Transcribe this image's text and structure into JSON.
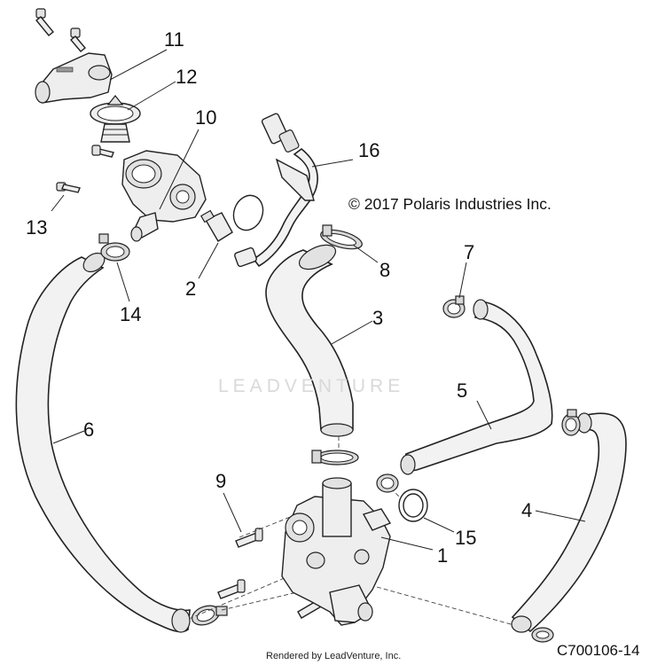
{
  "copyright": "© 2017 Polaris Industries Inc.",
  "watermark": "LEADVENTURE",
  "drawing_number": "C700106-14",
  "rendered_by": "Rendered by LeadVenture, Inc.",
  "callouts": [
    "1",
    "2",
    "3",
    "4",
    "5",
    "6",
    "7",
    "8",
    "9",
    "10",
    "11",
    "12",
    "13",
    "14",
    "15",
    "16"
  ]
}
